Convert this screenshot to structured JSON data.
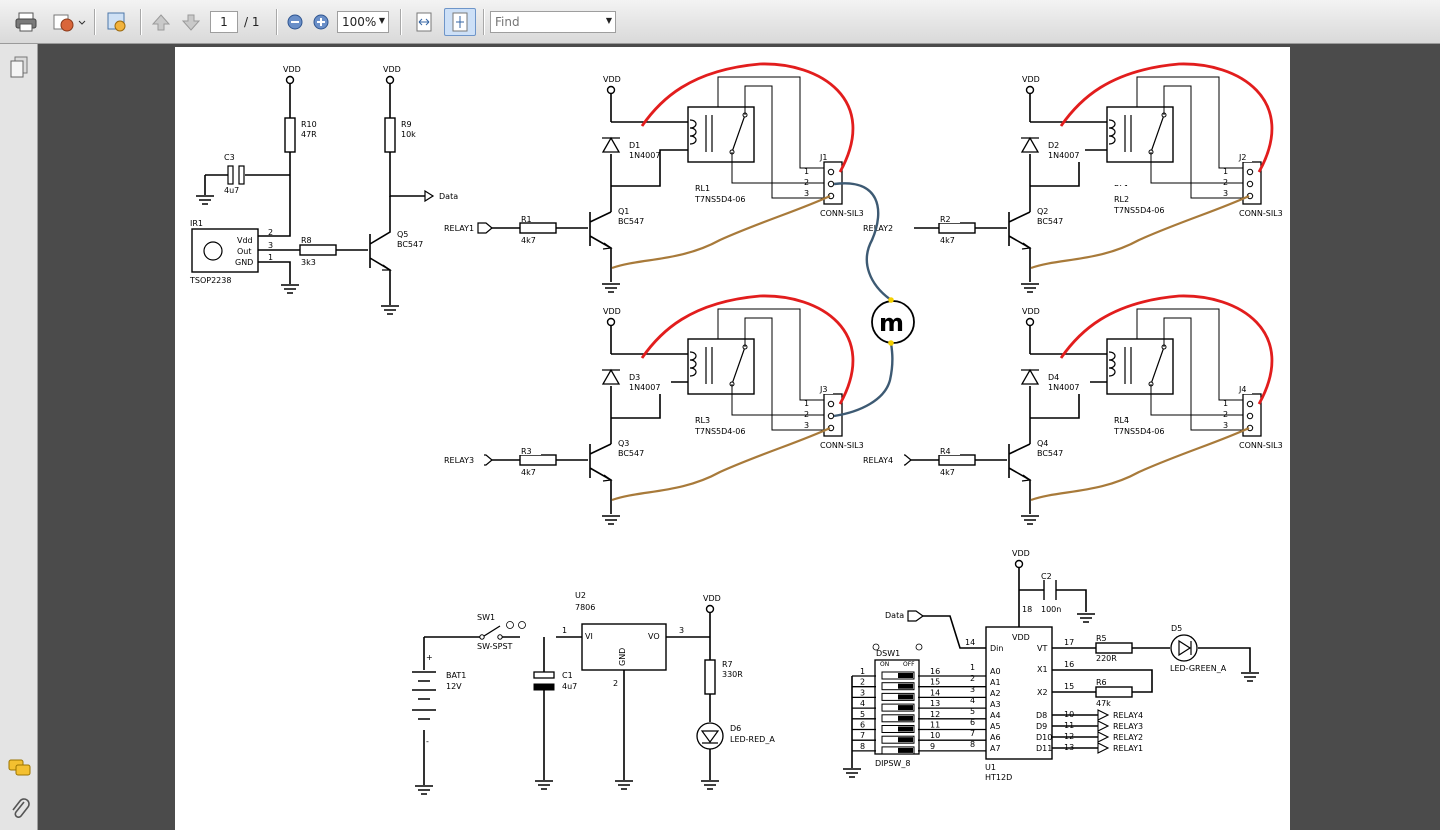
{
  "toolbar": {
    "page_current": "1",
    "page_total": "/ 1",
    "zoom": "100%",
    "find_placeholder": "Find",
    "icons": [
      "print-icon",
      "share-icon",
      "review-icon",
      "prev-page-icon",
      "next-page-icon",
      "zoom-out-icon",
      "zoom-in-icon",
      "fit-width-icon",
      "fit-page-icon"
    ]
  },
  "sidebar": {
    "icons": [
      "pages-icon",
      "comments-icon",
      "attachments-icon"
    ]
  },
  "schematic": {
    "vdd": "VDD",
    "data": "Data",
    "r10": {
      "ref": "R10",
      "val": "47R"
    },
    "r9": {
      "ref": "R9",
      "val": "10k"
    },
    "c3": {
      "ref": "C3",
      "val": "4u7"
    },
    "ir1": {
      "ref": "IR1",
      "part": "TSOP2238",
      "vdd": "Vdd",
      "out": "Out",
      "gnd": "GND",
      "p2": "2",
      "p3": "3",
      "p1": "1"
    },
    "r8": {
      "ref": "R8",
      "val": "3k3"
    },
    "q5": {
      "ref": "Q5",
      "val": "BC547"
    },
    "channels": [
      {
        "input": "RELAY1",
        "r": "R1",
        "rval": "4k7",
        "q": "Q1",
        "qval": "BC547",
        "d": "D1",
        "dval": "1N4007",
        "rl": "RL1",
        "rlval": "T7NS5D4-06",
        "j": "J1",
        "jval": "CONN-SIL3"
      },
      {
        "input": "RELAY2",
        "r": "R2",
        "rval": "4k7",
        "q": "Q2",
        "qval": "BC547",
        "d": "D2",
        "dval": "1N4007",
        "rl": "RL2",
        "rlval": "T7NS5D4-06",
        "j": "J2",
        "jval": "CONN-SIL3"
      },
      {
        "input": "RELAY3",
        "r": "R3",
        "rval": "4k7",
        "q": "Q3",
        "qval": "BC547",
        "d": "D3",
        "dval": "1N4007",
        "rl": "RL3",
        "rlval": "T7NS5D4-06",
        "j": "J3",
        "jval": "CONN-SIL3"
      },
      {
        "input": "RELAY4",
        "r": "R4",
        "rval": "4k7",
        "q": "Q4",
        "qval": "BC547",
        "d": "D4",
        "dval": "1N4007",
        "rl": "RL4",
        "rlval": "T7NS5D4-06",
        "j": "J4",
        "jval": "CONN-SIL3"
      }
    ],
    "pins": [
      "1",
      "2",
      "3"
    ],
    "motor": "m",
    "sw1": {
      "ref": "SW1",
      "part": "SW-SPST"
    },
    "bat1": {
      "ref": "BAT1",
      "val": "12V",
      "plus": "+",
      "minus": "-"
    },
    "c1": {
      "ref": "C1",
      "val": "4u7"
    },
    "u2": {
      "ref": "U2",
      "part": "7806",
      "vi": "VI",
      "vo": "VO",
      "gnd": "GND",
      "p1": "1",
      "p2": "2",
      "p3": "3"
    },
    "r7": {
      "ref": "R7",
      "val": "330R"
    },
    "d6": {
      "ref": "D6",
      "part": "LED-RED_A"
    },
    "c2": {
      "ref": "C2",
      "val": "100n"
    },
    "u1": {
      "ref": "U1",
      "part": "HT12D",
      "vdd": "VDD",
      "din": "Din",
      "vt": "VT",
      "x1": "X1",
      "x2": "X2",
      "left": [
        "A0",
        "A1",
        "A2",
        "A3",
        "A4",
        "A5",
        "A6",
        "A7"
      ],
      "leftnums": [
        "1",
        "2",
        "3",
        "4",
        "5",
        "6",
        "7",
        "8"
      ],
      "right": [
        "D8",
        "D9",
        "D10",
        "D11"
      ],
      "rightnums": [
        "10",
        "11",
        "12",
        "13"
      ],
      "p14": "14",
      "p18": "18",
      "p17": "17",
      "p16": "16",
      "p15": "15"
    },
    "r5": {
      "ref": "R5",
      "val": "220R"
    },
    "r6": {
      "ref": "R6",
      "val": "47k"
    },
    "d5": {
      "ref": "D5",
      "part": "LED-GREEN_A"
    },
    "dsw1": {
      "ref": "DSW1",
      "part": "DIPSW_8",
      "on": "ON",
      "off": "OFF",
      "leftnums": [
        "1",
        "2",
        "3",
        "4",
        "5",
        "6",
        "7",
        "8"
      ],
      "rightnums": [
        "16",
        "15",
        "14",
        "13",
        "12",
        "11",
        "10",
        "9"
      ]
    },
    "relay_out": [
      "RELAY4",
      "RELAY3",
      "RELAY2",
      "RELAY1"
    ]
  }
}
